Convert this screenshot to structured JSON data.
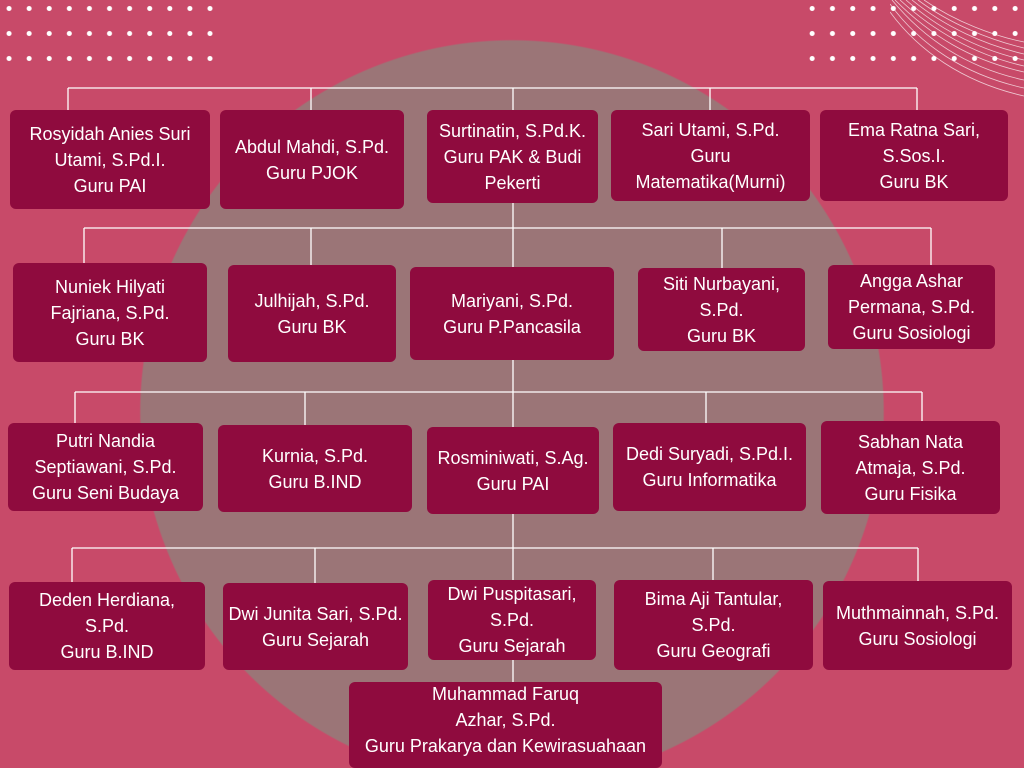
{
  "colors": {
    "background": "#c84a69",
    "circle": "#9b7577",
    "card": "#8f0b3e",
    "text": "#ffffff",
    "line": "#ffffff"
  },
  "rows": [
    {
      "members": [
        {
          "lines": [
            "Rosyidah Anies Suri",
            "Utami, S.Pd.I.",
            "Guru PAI"
          ]
        },
        {
          "lines": [
            "Abdul Mahdi, S.Pd.",
            "Guru PJOK"
          ]
        },
        {
          "lines": [
            "Surtinatin, S.Pd.K.",
            "Guru PAK & Budi",
            "Pekerti"
          ]
        },
        {
          "lines": [
            "Sari Utami, S.Pd.",
            "Guru",
            "Matematika(Murni)"
          ]
        },
        {
          "lines": [
            "Ema Ratna Sari,",
            "S.Sos.I.",
            "Guru BK"
          ]
        }
      ]
    },
    {
      "members": [
        {
          "lines": [
            "Nuniek Hilyati",
            "Fajriana, S.Pd.",
            "Guru BK"
          ]
        },
        {
          "lines": [
            "Julhijah, S.Pd.",
            "Guru BK"
          ]
        },
        {
          "lines": [
            "Mariyani, S.Pd.",
            "Guru P.Pancasila"
          ]
        },
        {
          "lines": [
            "Siti Nurbayani,",
            "S.Pd.",
            "Guru BK"
          ]
        },
        {
          "lines": [
            "Angga Ashar",
            "Permana, S.Pd.",
            "Guru Sosiologi"
          ]
        }
      ]
    },
    {
      "members": [
        {
          "lines": [
            "Putri Nandia",
            "Septiawani, S.Pd.",
            "Guru Seni Budaya"
          ]
        },
        {
          "lines": [
            "Kurnia, S.Pd.",
            "Guru B.IND"
          ]
        },
        {
          "lines": [
            "Rosminiwati, S.Ag.",
            "Guru PAI"
          ]
        },
        {
          "lines": [
            "Dedi Suryadi, S.Pd.I.",
            "Guru Informatika"
          ]
        },
        {
          "lines": [
            "Sabhan Nata",
            "Atmaja, S.Pd.",
            "Guru Fisika"
          ]
        }
      ]
    },
    {
      "members": [
        {
          "lines": [
            "Deden Herdiana,",
            "S.Pd.",
            "Guru B.IND"
          ]
        },
        {
          "lines": [
            "Dwi Junita Sari, S.Pd.",
            "Guru Sejarah"
          ]
        },
        {
          "lines": [
            "Dwi Puspitasari,",
            "S.Pd.",
            "Guru Sejarah"
          ]
        },
        {
          "lines": [
            "Bima Aji Tantular,",
            "S.Pd.",
            "Guru Geografi"
          ]
        },
        {
          "lines": [
            "Muthmainnah, S.Pd.",
            "Guru Sosiologi"
          ]
        }
      ]
    },
    {
      "members": [
        {
          "lines": [
            "Muhammad Faruq",
            "Azhar, S.Pd.",
            "Guru Prakarya dan Kewirasuahaan"
          ]
        }
      ]
    }
  ]
}
